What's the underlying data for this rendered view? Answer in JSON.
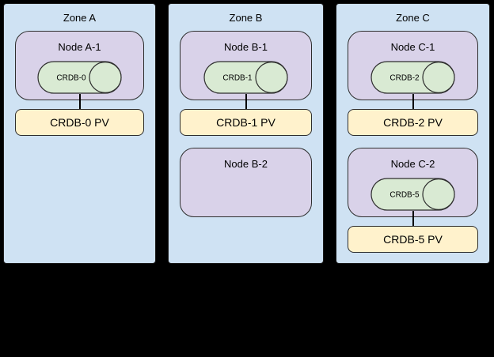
{
  "colors": {
    "background": "#000000",
    "zone_fill": "#cfe2f3",
    "node_fill": "#d9d2e9",
    "cylinder_fill": "#d9ead3",
    "pv_fill": "#fff2cc",
    "line": "#000000"
  },
  "diagram": {
    "zones": [
      {
        "title": "Zone A",
        "items": [
          {
            "type": "node",
            "label": "Node A-1",
            "cylinder": "CRDB-0"
          },
          {
            "type": "pv",
            "label": "CRDB-0 PV",
            "connected": true
          }
        ]
      },
      {
        "title": "Zone B",
        "items": [
          {
            "type": "node",
            "label": "Node B-1",
            "cylinder": "CRDB-1"
          },
          {
            "type": "pv",
            "label": "CRDB-1 PV",
            "connected": true
          },
          {
            "type": "node",
            "label": "Node B-2"
          }
        ]
      },
      {
        "title": "Zone C",
        "items": [
          {
            "type": "node",
            "label": "Node C-1",
            "cylinder": "CRDB-2"
          },
          {
            "type": "pv",
            "label": "CRDB-2 PV",
            "connected": true
          },
          {
            "type": "node",
            "label": "Node C-2",
            "cylinder": "CRDB-5"
          },
          {
            "type": "pv",
            "label": "CRDB-5 PV",
            "connected": true
          }
        ]
      }
    ]
  }
}
